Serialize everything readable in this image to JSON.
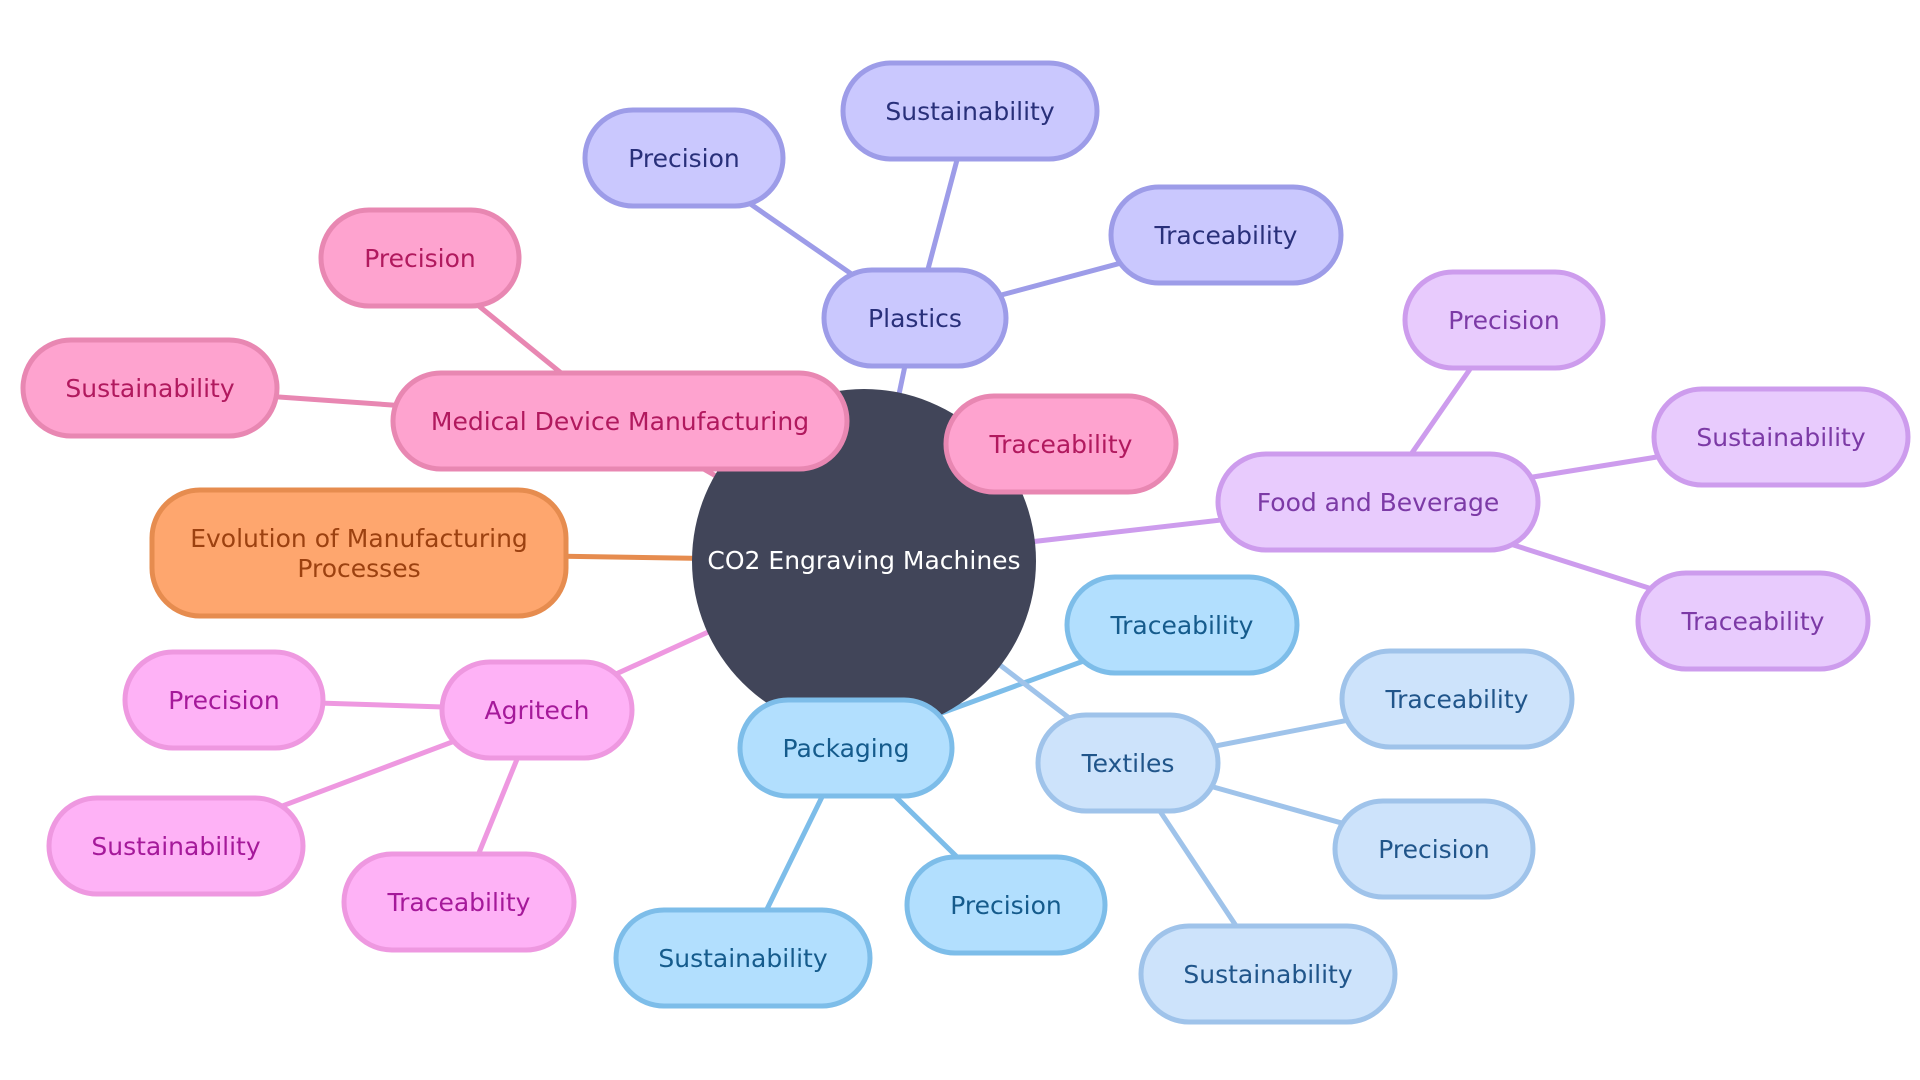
{
  "diagram": {
    "root": {
      "label": "CO2 Engraving Machines",
      "fill": "#414559",
      "text_color": "#ffffff"
    },
    "branches": [
      {
        "key": "plastics",
        "label": "Plastics",
        "colors": {
          "fill": "#cac8fe",
          "stroke": "#9d9ce8",
          "text": "#29307a",
          "line": "#9d9ce8"
        },
        "children": [
          "Precision",
          "Sustainability",
          "Traceability"
        ]
      },
      {
        "key": "medical",
        "label": "Medical Device Manufacturing",
        "colors": {
          "fill": "#fea3cf",
          "stroke": "#e887b2",
          "text": "#b1195e",
          "line": "#e887b2"
        },
        "children": [
          "Precision",
          "Sustainability",
          "Traceability"
        ]
      },
      {
        "key": "evolution",
        "label_lines": [
          "Evolution of Manufacturing",
          "Processes"
        ],
        "colors": {
          "fill": "#fea66e",
          "stroke": "#e68c4f",
          "text": "#9c4110",
          "line": "#e68c4f"
        },
        "children": []
      },
      {
        "key": "food",
        "label": "Food and Beverage",
        "colors": {
          "fill": "#e8cbfd",
          "stroke": "#cd9ced",
          "text": "#7c3aa6",
          "line": "#cd9ced"
        },
        "children": [
          "Precision",
          "Sustainability",
          "Traceability"
        ]
      },
      {
        "key": "agritech",
        "label": "Agritech",
        "colors": {
          "fill": "#feb2f6",
          "stroke": "#ee98e0",
          "text": "#a5199a",
          "line": "#ee98e0"
        },
        "children": [
          "Precision",
          "Sustainability",
          "Traceability"
        ]
      },
      {
        "key": "packaging",
        "label": "Packaging",
        "colors": {
          "fill": "#b2dffe",
          "stroke": "#7dbde9",
          "text": "#155b8c",
          "line": "#7dbde9"
        },
        "children": [
          "Traceability",
          "Sustainability",
          "Precision"
        ]
      },
      {
        "key": "textiles",
        "label": "Textiles",
        "colors": {
          "fill": "#cde3fb",
          "stroke": "#9fc3ea",
          "text": "#20558a",
          "line": "#9fc3ea"
        },
        "children": [
          "Traceability",
          "Precision",
          "Sustainability"
        ]
      }
    ]
  }
}
